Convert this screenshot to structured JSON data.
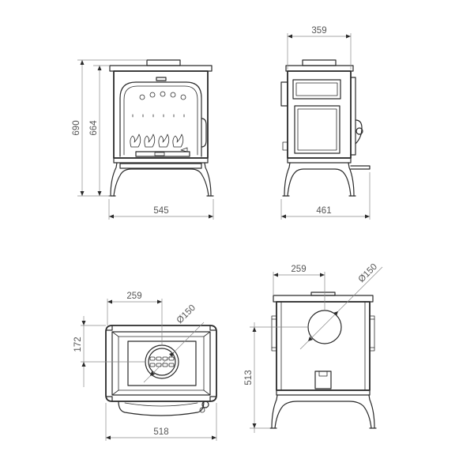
{
  "views": {
    "front": {
      "height_total": "690",
      "height_body": "664",
      "width": "545"
    },
    "side": {
      "width_top": "359",
      "depth": "461"
    },
    "top": {
      "offset_x": "259",
      "flue_diameter": "Ø150",
      "offset_y": "172",
      "width": "518"
    },
    "rear": {
      "offset_x": "259",
      "flue_diameter": "Ø150",
      "flue_height": "513"
    }
  },
  "colors": {
    "line": "#2a2a2a",
    "dimension": "#8a8a8a",
    "text": "#555555"
  }
}
